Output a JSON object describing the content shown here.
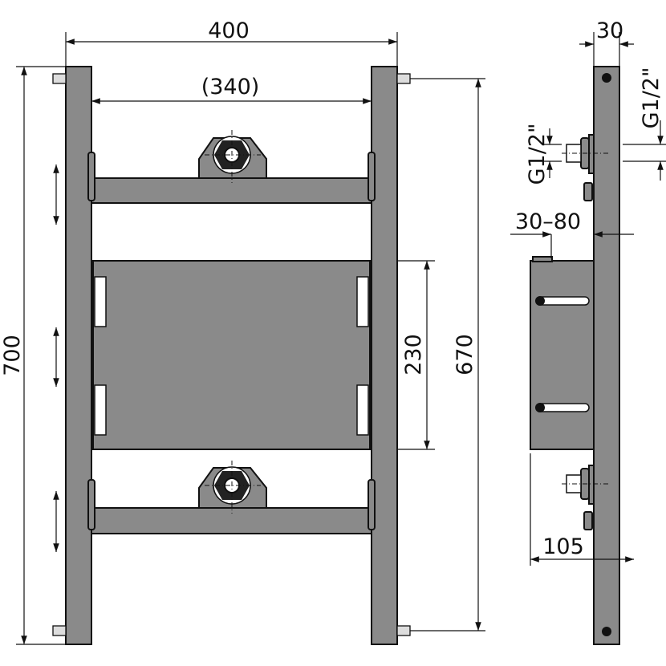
{
  "title": "Mounting frame technical drawing",
  "colors": {
    "part_fill": "#8a8a8a",
    "line": "#111111"
  },
  "dimensions": {
    "overall_width": "400",
    "inner_width": "(340)",
    "overall_height": "700",
    "bolt_spacing": "670",
    "box_height": "230",
    "depth": "30",
    "thread_right": "G1/2\"",
    "thread_left": "G1/2\"",
    "box_offset": "30–80",
    "box_depth": "105"
  }
}
